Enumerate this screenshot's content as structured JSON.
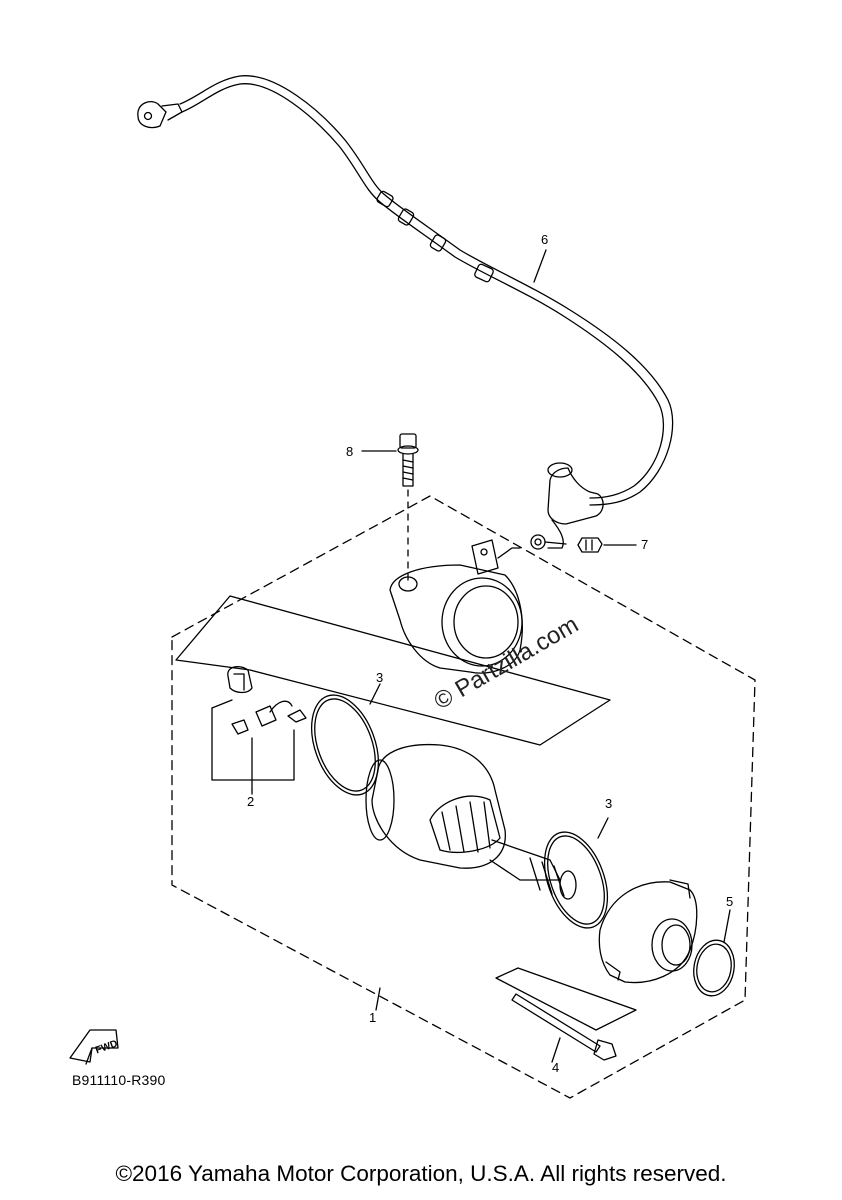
{
  "diagram": {
    "callouts": [
      "1",
      "2",
      "3",
      "3",
      "4",
      "5",
      "6",
      "7",
      "8"
    ],
    "fwd_label": "FWD",
    "diagram_code": "B911110-R390",
    "watermark": "© Partzilla.com",
    "copyright": "©2016 Yamaha Motor Corporation, U.S.A. All rights reserved."
  }
}
